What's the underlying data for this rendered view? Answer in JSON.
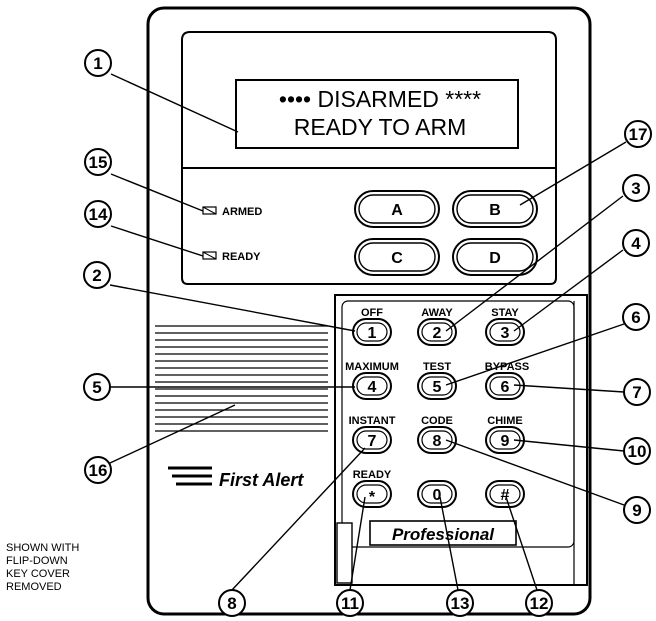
{
  "display": {
    "line1": "•••• DISARMED ****",
    "line2": "READY TO ARM"
  },
  "indicators": {
    "armed": "ARMED",
    "ready": "READY"
  },
  "function_keys": [
    "A",
    "B",
    "C",
    "D"
  ],
  "keypad": [
    {
      "key": "1",
      "label": "OFF"
    },
    {
      "key": "2",
      "label": "AWAY"
    },
    {
      "key": "3",
      "label": "STAY"
    },
    {
      "key": "4",
      "label": "MAXIMUM"
    },
    {
      "key": "5",
      "label": "TEST"
    },
    {
      "key": "6",
      "label": "BYPASS"
    },
    {
      "key": "7",
      "label": "INSTANT"
    },
    {
      "key": "8",
      "label": "CODE"
    },
    {
      "key": "9",
      "label": "CHIME"
    },
    {
      "key": "*",
      "label": "READY"
    },
    {
      "key": "0",
      "label": ""
    },
    {
      "key": "#",
      "label": ""
    }
  ],
  "brand": {
    "logo_text": "First Alert",
    "plate_text": "Professional"
  },
  "note": [
    "SHOWN WITH",
    "FLIP-DOWN",
    "KEY COVER",
    "REMOVED"
  ],
  "callouts": [
    "1",
    "2",
    "3",
    "4",
    "5",
    "6",
    "7",
    "8",
    "9",
    "10",
    "11",
    "12",
    "13",
    "14",
    "15",
    "16",
    "17"
  ]
}
